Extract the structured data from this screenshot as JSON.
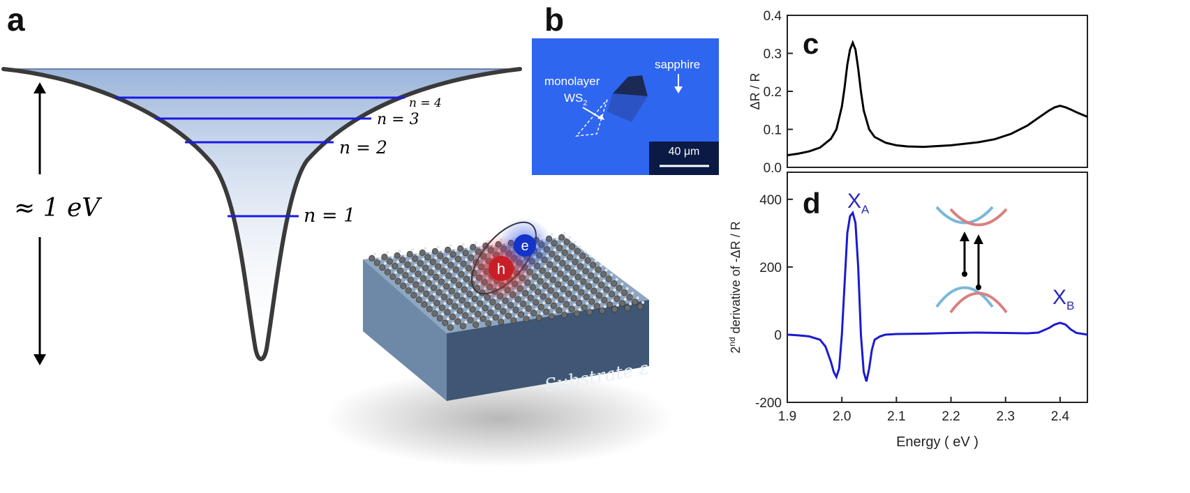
{
  "panels": {
    "a": {
      "letter": "a",
      "energy_scale": "≈ 1 eV",
      "levels": [
        "n = 4",
        "n = 3",
        "n = 2",
        "n = 1"
      ],
      "substrate_label": "Substrate ε",
      "electron_label": "e",
      "hole_label": "h",
      "colors": {
        "level": "#1a1ae6",
        "well": "#3a3a3a",
        "substrate": "#4d6b8a",
        "electron": "#1433c8",
        "hole": "#c81e28"
      }
    },
    "b": {
      "letter": "b",
      "monolayer_label": "monolayer",
      "ws2_label": "WS",
      "ws2_sub": "2",
      "sapphire_label": "sapphire",
      "scalebar_label": "40 μm",
      "colors": {
        "background": "#2f66f0"
      }
    },
    "c": {
      "letter": "c"
    },
    "d": {
      "letter": "d",
      "xa_main": "X",
      "xa_sub": "A",
      "xb_main": "X",
      "xb_sub": "B",
      "colors": {
        "band_blue": "#7ab8d8",
        "band_red": "#d98080"
      }
    }
  },
  "chart_data": [
    {
      "type": "line",
      "panel": "c",
      "ylabel": "ΔR / R",
      "xlim": [
        1.9,
        2.45
      ],
      "ylim": [
        0.0,
        0.4
      ],
      "yticks": [
        "0.0",
        "0.1",
        "0.2",
        "0.3",
        "0.4"
      ],
      "series": [
        {
          "color": "#000000",
          "x": [
            1.9,
            1.92,
            1.94,
            1.96,
            1.98,
            1.99,
            2.0,
            2.005,
            2.01,
            2.015,
            2.02,
            2.025,
            2.03,
            2.035,
            2.04,
            2.05,
            2.06,
            2.08,
            2.1,
            2.12,
            2.15,
            2.2,
            2.25,
            2.28,
            2.31,
            2.34,
            2.36,
            2.38,
            2.39,
            2.4,
            2.41,
            2.42,
            2.43,
            2.45
          ],
          "y": [
            0.032,
            0.036,
            0.042,
            0.052,
            0.075,
            0.1,
            0.16,
            0.21,
            0.27,
            0.31,
            0.328,
            0.31,
            0.26,
            0.2,
            0.15,
            0.1,
            0.08,
            0.065,
            0.058,
            0.055,
            0.054,
            0.058,
            0.066,
            0.074,
            0.088,
            0.11,
            0.13,
            0.15,
            0.158,
            0.162,
            0.158,
            0.152,
            0.145,
            0.133
          ]
        }
      ]
    },
    {
      "type": "line",
      "panel": "d",
      "xlabel": "Energy ( eV )",
      "ylabel": "2nd derivative of -ΔR / R",
      "ylabel_main": "2",
      "ylabel_sup": "nd",
      "ylabel_rest": " derivative of -ΔR / R",
      "xlim": [
        1.9,
        2.45
      ],
      "ylim": [
        -200,
        480
      ],
      "xticks": [
        "1.9",
        "2.0",
        "2.1",
        "2.2",
        "2.3",
        "2.4"
      ],
      "yticks": [
        "-200",
        "0",
        "200",
        "400"
      ],
      "series": [
        {
          "color": "#1a1ad0",
          "x": [
            1.9,
            1.92,
            1.94,
            1.96,
            1.97,
            1.98,
            1.985,
            1.99,
            1.995,
            2.0,
            2.005,
            2.01,
            2.015,
            2.02,
            2.025,
            2.03,
            2.035,
            2.04,
            2.045,
            2.05,
            2.055,
            2.06,
            2.07,
            2.08,
            2.1,
            2.15,
            2.2,
            2.25,
            2.3,
            2.34,
            2.36,
            2.38,
            2.39,
            2.4,
            2.41,
            2.42,
            2.43,
            2.45
          ],
          "y": [
            0,
            -2,
            -5,
            -15,
            -35,
            -80,
            -110,
            -125,
            -100,
            0,
            150,
            300,
            350,
            360,
            330,
            200,
            0,
            -110,
            -138,
            -100,
            -45,
            -15,
            -5,
            0,
            2,
            3,
            5,
            6,
            5,
            4,
            6,
            20,
            30,
            35,
            30,
            15,
            5,
            0
          ]
        }
      ]
    }
  ]
}
